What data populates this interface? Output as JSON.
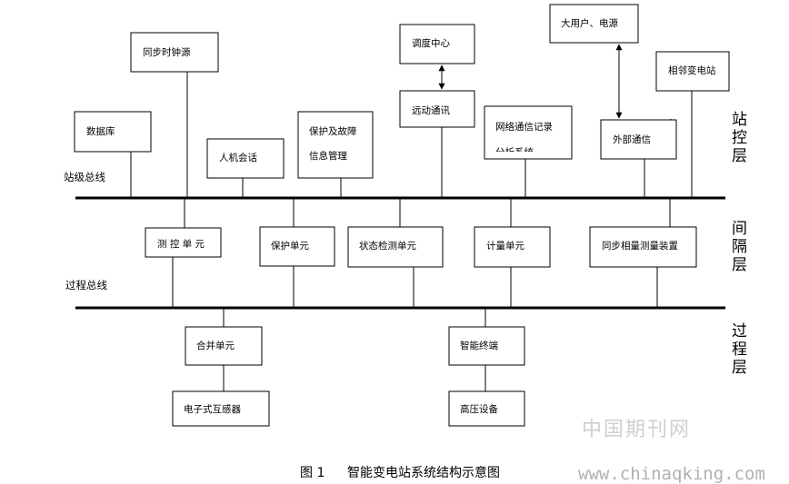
{
  "bus_labels": {
    "station": "站级总线",
    "process": "过程总线"
  },
  "layers": {
    "station": [
      "站",
      "控",
      "层"
    ],
    "bay": [
      "间",
      "隔",
      "层"
    ],
    "process": [
      "过",
      "程",
      "层"
    ]
  },
  "station_units": {
    "time_sync": "同步时钟源",
    "database": "数据库",
    "hmi": "人机会话",
    "protection_fault_1": "保护及故障",
    "protection_fault_2": "信息管理",
    "dispatch_center": "调度中心",
    "telecontrol": "远动通讯",
    "network_record_1": "网络通信记录",
    "network_record_2": "分析系统",
    "big_user_power": "大用户、电源",
    "external_comm": "外部通信",
    "neighbor_station": "相邻变电站"
  },
  "bay_units": {
    "measure_control": "测 控 单 元",
    "protection": "保护单元",
    "state_monitor": "状态检测单元",
    "metering": "计量单元",
    "pmu": "同步相量测量装置"
  },
  "process_units": {
    "merging_unit": "合并单元",
    "electronic_transformer": "电子式互感器",
    "smart_terminal": "智能终端",
    "hv_equipment": "高压设备"
  },
  "caption": {
    "number": "图 1",
    "title": "智能变电站系统结构示意图"
  },
  "watermark": {
    "name": "中国期刊网",
    "url": "www.chinaqking.com"
  }
}
